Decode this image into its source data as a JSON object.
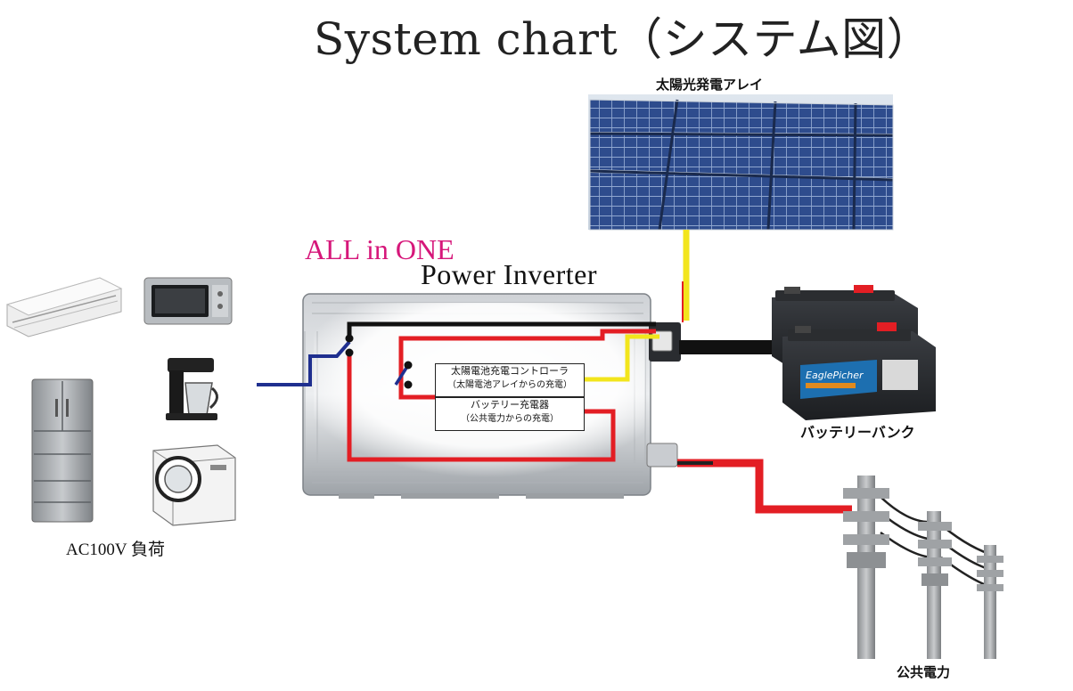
{
  "title": "System chart（システム図）",
  "solar_array": {
    "label": "太陽光発電アレイ"
  },
  "inverter": {
    "tagline": "ALL in ONE",
    "name": "Power Inverter",
    "controller": {
      "line1": "太陽電池充電コントローラ",
      "line2": "（太陽電池アレイからの充電）"
    },
    "charger": {
      "line1": "バッテリー充電器",
      "line2": "（公共電力からの充電）"
    }
  },
  "battery": {
    "label": "バッテリーバンク",
    "brand": "EaglePicher"
  },
  "load": {
    "label": "AC100V 負荷"
  },
  "grid": {
    "label": "公共電力"
  },
  "colors": {
    "accent_magenta": "#d6177a",
    "wire_red": "#e31e24",
    "wire_yellow": "#f2e51c",
    "wire_black": "#111111",
    "wire_blue": "#1f2f8f",
    "panel_blue": "#2d4a8a"
  }
}
